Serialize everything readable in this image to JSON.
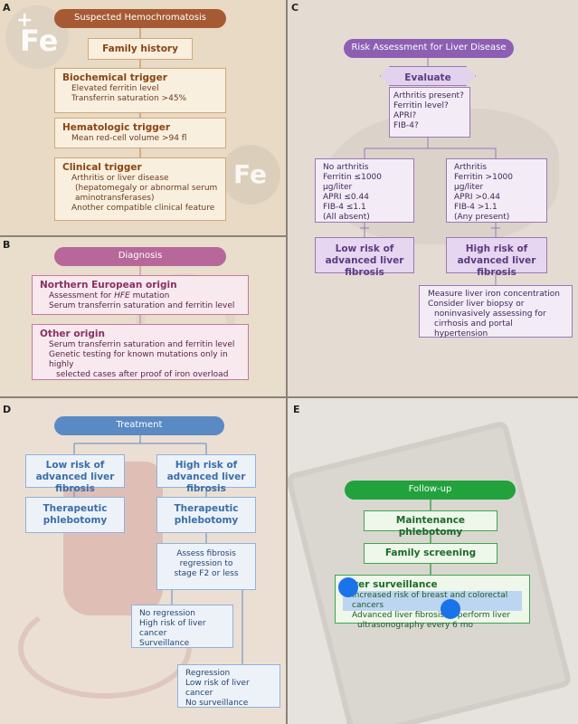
{
  "panel_a": {
    "label": "A",
    "header": "Suspected Hemochromatosis",
    "family": "Family history",
    "biochemical": {
      "title": "Biochemical trigger",
      "lines": [
        "Elevated ferritin level",
        "Transferrin saturation >45%"
      ]
    },
    "hematologic": {
      "title": "Hematologic trigger",
      "lines": [
        "Mean red-cell volume >94 fl"
      ]
    },
    "clinical": {
      "title": "Clinical trigger",
      "lines": [
        "Arthritis or liver disease",
        "(hepatomegaly or abnormal serum",
        "aminotransferases)",
        "Another compatible clinical feature"
      ]
    },
    "badge": "Fe",
    "badge_plus": "+",
    "colors": {
      "header": "#a65a34",
      "box_border": "#d0a878",
      "box_fill": "#f9efdf"
    }
  },
  "panel_b": {
    "label": "B",
    "header": "Diagnosis",
    "northern": {
      "title": "Northern European origin",
      "line1_prefix": "Assessment for ",
      "line1_italic": "HFE",
      "line1_suffix": " mutation",
      "line2": "Serum transferrin saturation and ferritin level"
    },
    "other": {
      "title": "Other origin",
      "lines": [
        "Serum transferrin saturation and ferritin level",
        "Genetic testing for known mutations only in highly",
        "selected cases after proof of iron overload"
      ]
    },
    "colors": {
      "header": "#b7679a"
    }
  },
  "panel_c": {
    "label": "C",
    "header": "Risk Assessment for Liver Disease",
    "evaluate": {
      "title": "Evaluate",
      "lines": [
        "Arthritis present?",
        "Ferritin level?",
        "APRI?",
        "FIB-4?"
      ]
    },
    "left": {
      "lines": [
        "No arthritis",
        "Ferritin ≤1000 µg/liter",
        "APRI ≤0.44",
        "FIB-4 ≤1.1",
        "(All absent)"
      ],
      "result": "Low risk of advanced liver fibrosis"
    },
    "right": {
      "lines": [
        "Arthritis",
        "Ferritin >1000 µg/liter",
        "APRI >0.44",
        "FIB-4 >1.1",
        "(Any present)"
      ],
      "result": "High risk of advanced liver fibrosis"
    },
    "actions": [
      "Measure liver iron concentration",
      "Consider liver biopsy or noninvasively assessing for cirrhosis and portal hypertension"
    ],
    "colors": {
      "header": "#8d5fb3"
    }
  },
  "panel_d": {
    "label": "D",
    "header": "Treatment",
    "low": "Low risk of advanced liver fibrosis",
    "high": "High risk of advanced liver fibrosis",
    "phleb_left": "Therapeutic phlebotomy",
    "phleb_right": "Therapeutic phlebotomy",
    "assess": "Assess fibrosis regression to stage F2 or less",
    "no_regression": [
      "No regression",
      "High risk of liver cancer",
      "Surveillance"
    ],
    "regression": [
      "Regression",
      "Low risk of liver cancer",
      "No surveillance"
    ],
    "colors": {
      "header": "#5a8ac4"
    }
  },
  "panel_e": {
    "label": "E",
    "header": "Follow-up",
    "maintenance": "Maintenance phlebotomy",
    "family": "Family screening",
    "surveillance": {
      "title": "Liver surveillance",
      "lines": [
        "Increased risk of breast and colorectal cancers",
        "Advanced liver fibrosis — perform liver",
        "ultrasonography every 6 mo"
      ]
    },
    "colors": {
      "header": "#21a23c",
      "marker": "#1a73e8"
    }
  }
}
